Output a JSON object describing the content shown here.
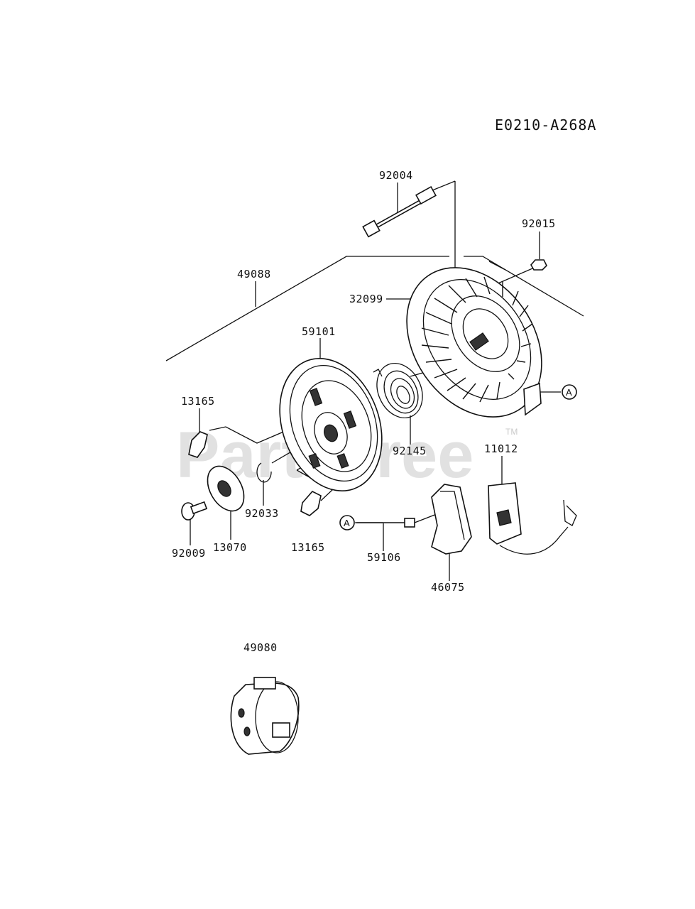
{
  "diagram_code": "E0210-A268A",
  "watermark": {
    "text": "PartsTree",
    "tm": "TM"
  },
  "ref_marker": "A",
  "part_labels": {
    "p92004": "92004",
    "p92015": "92015",
    "p49088": "49088",
    "p32099": "32099",
    "p59101": "59101",
    "p13165a": "13165",
    "p92145": "92145",
    "p11012": "11012",
    "p92033": "92033",
    "p92009": "92009",
    "p13070": "13070",
    "p13165b": "13165",
    "p59106": "59106",
    "p46075": "46075",
    "p49080": "49080"
  }
}
